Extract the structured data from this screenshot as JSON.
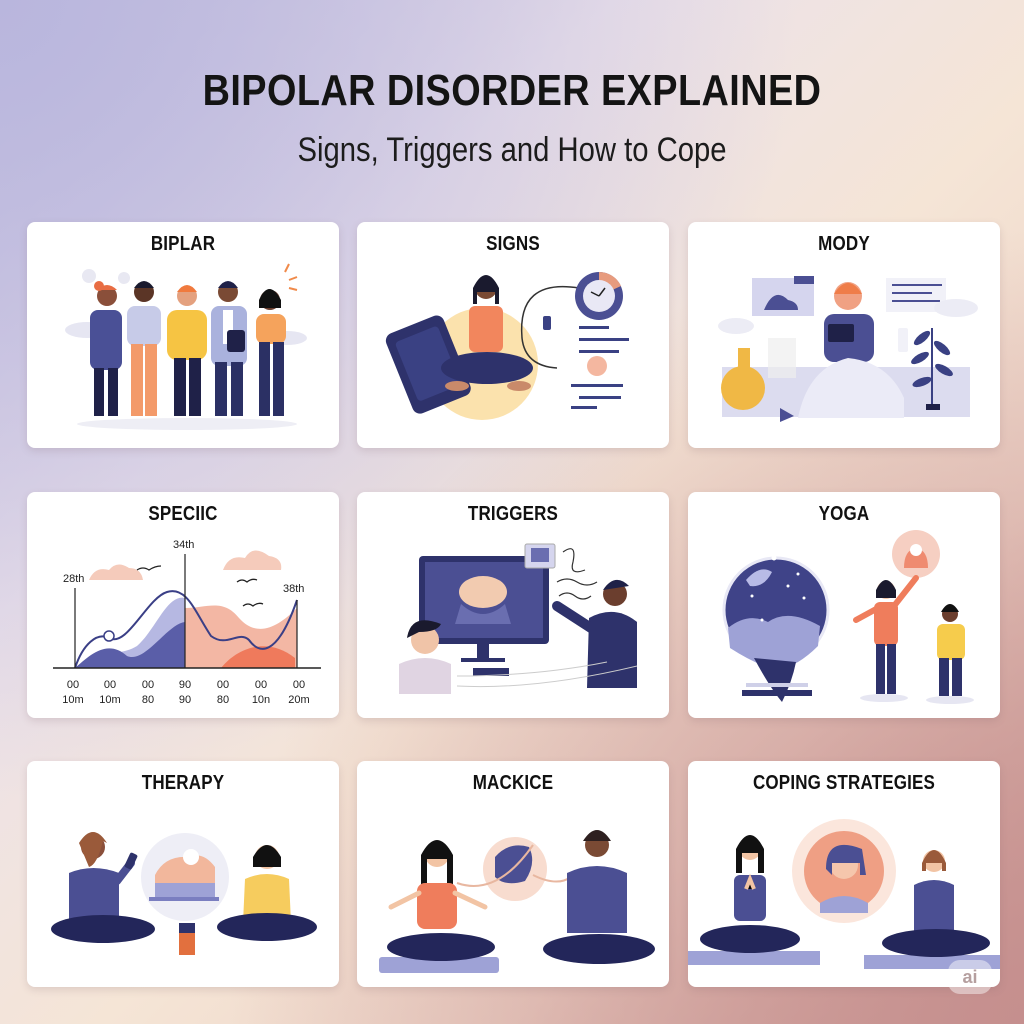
{
  "header": {
    "title": "BIPOLAR DISORDER EXPLAINED",
    "subtitle": "Signs, Triggers and How to Cope"
  },
  "cards": [
    {
      "title": "BIPLAR",
      "illustration": "group-of-five-people"
    },
    {
      "title": "SIGNS",
      "illustration": "woman-meditating-with-clock-and-list"
    },
    {
      "title": "MODY",
      "illustration": "man-reading-in-bed"
    },
    {
      "title": "SPECIIC",
      "illustration": "mood-wave-chart"
    },
    {
      "title": "TRIGGERS",
      "illustration": "two-people-at-monitor"
    },
    {
      "title": "YOGA",
      "illustration": "globe-and-two-people"
    },
    {
      "title": "THERAPY",
      "illustration": "two-women-sitting-with-coffee"
    },
    {
      "title": "MACKICE",
      "illustration": "woman-and-man-meditating"
    },
    {
      "title": "COPING STRATEGIES",
      "illustration": "two-women-meditating-with-portrait"
    }
  ],
  "chart_data": {
    "type": "area",
    "title": "SPECIIC",
    "annotations": [
      "28th",
      "34th",
      "38th"
    ],
    "categories": [
      "00 10m",
      "00 10m",
      "00 80",
      "90 90",
      "00 80",
      "00 10n",
      "00 20m"
    ],
    "x_top_labels": [
      "00",
      "00",
      "00",
      "90",
      "00",
      "00",
      "00"
    ],
    "x_bottom_labels": [
      "10m",
      "10m",
      "80",
      "90",
      "80",
      "10n",
      "20m"
    ],
    "series": [
      {
        "name": "mood-line",
        "values": [
          0,
          45,
          45,
          95,
          40,
          25,
          85
        ]
      },
      {
        "name": "depressive-area",
        "values": [
          0,
          20,
          10,
          60,
          0,
          0,
          0
        ]
      },
      {
        "name": "manic-area",
        "values": [
          0,
          0,
          0,
          0,
          65,
          30,
          85
        ]
      }
    ],
    "grid": false,
    "legend": "none"
  },
  "watermark": "ai"
}
